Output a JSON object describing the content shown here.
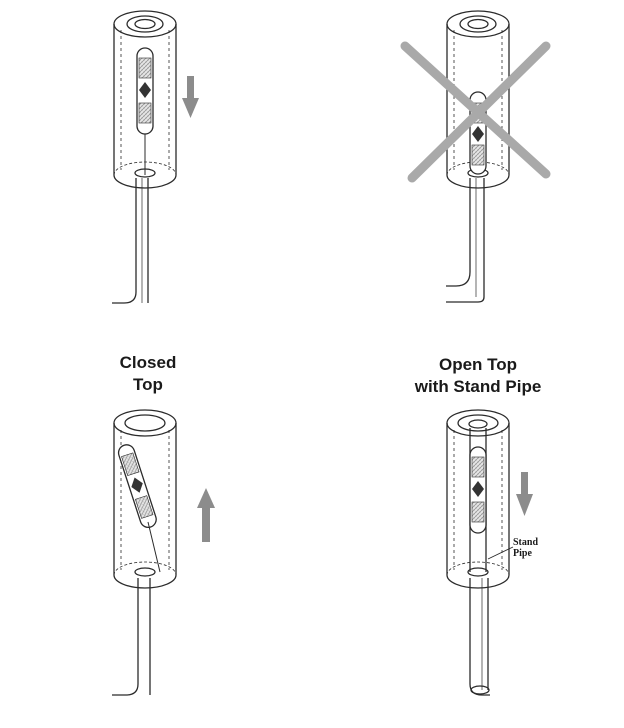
{
  "captions": {
    "closed_top": [
      "Closed",
      "Top"
    ],
    "open_top": [
      "Open Top",
      "with Stand Pipe"
    ]
  },
  "labels": {
    "stand_pipe": [
      "Stand",
      "Pipe"
    ]
  },
  "colors": {
    "line": "#2b2b2b",
    "arrow": "#8c8c8c",
    "cross": "#a9a9a9",
    "cartridge_fill": "#d9d9d9"
  }
}
